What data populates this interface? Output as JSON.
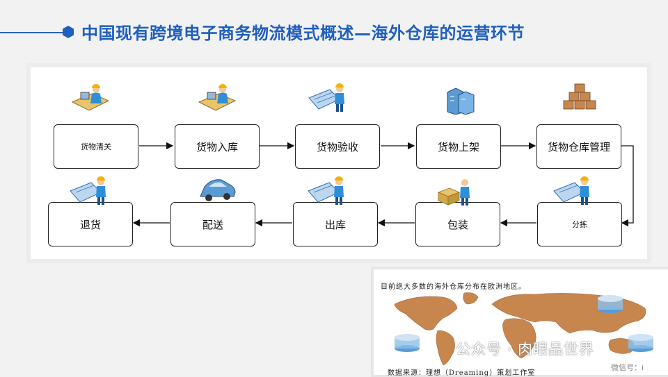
{
  "header": {
    "title": "中国现有跨境电子商务物流模式概述—海外仓库的运营环节"
  },
  "flow": {
    "row1": [
      {
        "label": "货物清关",
        "icon": "worker-at-desk-icon"
      },
      {
        "label": "货物入库",
        "icon": "worker-at-desk-icon"
      },
      {
        "label": "货物验收",
        "icon": "worker-with-blueprint-icon"
      },
      {
        "label": "货物上架",
        "icon": "server-rack-icon"
      },
      {
        "label": "货物仓库管理",
        "icon": "stacked-boxes-icon"
      }
    ],
    "row2": [
      {
        "label": "退货",
        "icon": "worker-with-blueprint-icon"
      },
      {
        "label": "配送",
        "icon": "car-icon"
      },
      {
        "label": "出库",
        "icon": "worker-with-blueprint-icon"
      },
      {
        "label": "包装",
        "icon": "worker-packing-icon"
      },
      {
        "label": "分拣",
        "icon": "worker-with-blueprint-icon"
      }
    ]
  },
  "map": {
    "note": "目前绝大多数的海外仓库分布在欧洲地区。",
    "source": "数据来源：理想（Dreaming）策划工作室"
  },
  "watermark": {
    "main": "公众号 · 肉眼品世界",
    "sub": "微信号：i"
  },
  "colors": {
    "title": "#1f5fbf",
    "map_land": "#c8864f",
    "worker_shirt": "#2f8ed8",
    "helmet": "#f0b400"
  }
}
